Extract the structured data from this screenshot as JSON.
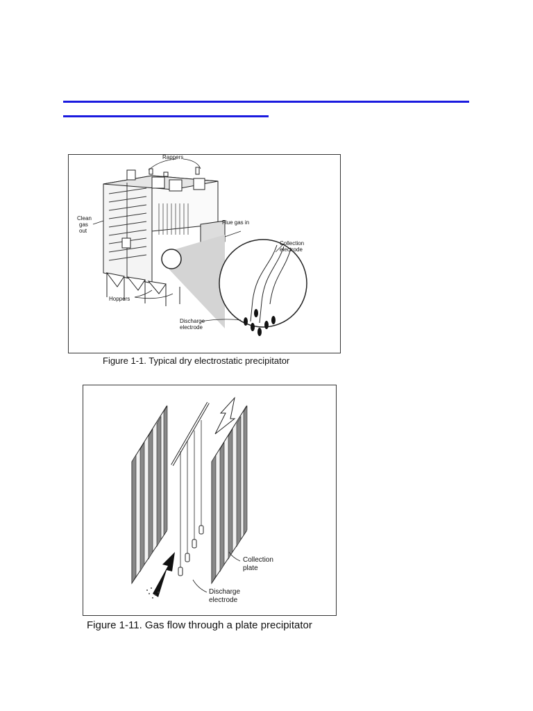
{
  "figure1": {
    "caption": "Figure 1-1.   Typical dry electrostatic precipitator",
    "labels": {
      "rappers": "Rappers",
      "clean": "Clean",
      "gas": "gas",
      "out": "out",
      "flue_gas_in": "Flue gas in",
      "collection": "Collection",
      "electrode": "electrode",
      "hoppers": "Hoppers",
      "discharge": "Discharge",
      "discharge_electrode": "electrode"
    }
  },
  "figure2": {
    "caption": "Figure 1-11.   Gas flow through a plate precipitator",
    "labels": {
      "collection": "Collection",
      "plate": "plate",
      "discharge": "Discharge",
      "electrode": "electrode"
    }
  },
  "colors": {
    "link_line": "#1a1adf"
  }
}
